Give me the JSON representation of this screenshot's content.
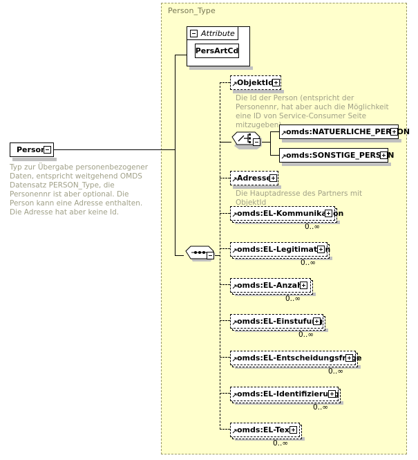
{
  "diagram": {
    "kind": "xml-schema-element-diagram",
    "colors": {
      "panel_fill": "#ffffcc",
      "panel_border": "#999966",
      "panel_title_text": "#777755",
      "node_fill": "#ffffff",
      "node_border": "#000000",
      "shadow": "#c0c0c0",
      "documentation_text": "#a0a088",
      "label_text": "#000000"
    },
    "root": {
      "name": "Person",
      "toggle": "minus",
      "toggle_icon": "collapse-icon",
      "documentation": "Typ zur Übergabe personenbezogener Daten, entspricht weitgehend OMDS Datensatz PERSON_Type, die Personennr ist aber optional. Die Person kann eine Adresse enthalten. Die Adresse hat aber keine Id."
    },
    "type_panel": {
      "title": "Person_Type"
    },
    "attribute_group": {
      "header_label": "Attribute",
      "toggle": "minus",
      "toggle_icon": "collapse-icon",
      "attributes": [
        {
          "name": "PersArtCd"
        }
      ]
    },
    "sequence": {
      "symbol": "sequence-compositor",
      "toggle": "minus",
      "toggle_icon": "collapse-icon"
    },
    "choice": {
      "symbol": "choice-compositor",
      "toggle": "minus",
      "toggle_icon": "collapse-icon",
      "options": [
        {
          "name": "omds:NATUERLICHE_PERSON",
          "border": "solid",
          "toggle": "plus",
          "toggle_icon": "expand-icon",
          "is_reference": true
        },
        {
          "name": "omds:SONSTIGE_PERSON",
          "border": "solid",
          "toggle": "plus",
          "toggle_icon": "expand-icon",
          "is_reference": true
        }
      ]
    },
    "elements": [
      {
        "name": "ObjektId",
        "border": "dashed",
        "optional": true,
        "repeating": false,
        "occurrence": "",
        "toggle": "plus",
        "toggle_icon": "expand-icon",
        "documentation": "Die Id der Person (entspricht der Personennr, hat aber auch die Möglichkeit eine ID von Service-Consumer Seite mitzugeben)"
      },
      {
        "name": "Adresse",
        "border": "dashed",
        "optional": true,
        "repeating": false,
        "occurrence": "",
        "toggle": "plus",
        "toggle_icon": "expand-icon",
        "documentation": "Die Hauptadresse des Partners mit ObjektId"
      },
      {
        "name": "omds:EL-Kommunikation",
        "border": "dashed",
        "optional": true,
        "repeating": true,
        "occurrence": "0..∞",
        "toggle": "plus",
        "toggle_icon": "expand-icon",
        "documentation": ""
      },
      {
        "name": "omds:EL-Legitimation",
        "border": "dashed",
        "optional": true,
        "repeating": true,
        "occurrence": "0..∞",
        "toggle": "plus",
        "toggle_icon": "expand-icon",
        "documentation": ""
      },
      {
        "name": "omds:EL-Anzahl",
        "border": "dashed",
        "optional": true,
        "repeating": true,
        "occurrence": "0..∞",
        "toggle": "plus",
        "toggle_icon": "expand-icon",
        "documentation": ""
      },
      {
        "name": "omds:EL-Einstufung",
        "border": "dashed",
        "optional": true,
        "repeating": true,
        "occurrence": "0..∞",
        "toggle": "plus",
        "toggle_icon": "expand-icon",
        "documentation": ""
      },
      {
        "name": "omds:EL-Entscheidungsfrage",
        "border": "dashed",
        "optional": true,
        "repeating": true,
        "occurrence": "0..∞",
        "toggle": "plus",
        "toggle_icon": "expand-icon",
        "documentation": ""
      },
      {
        "name": "omds:EL-Identifizierung",
        "border": "dashed",
        "optional": true,
        "repeating": true,
        "occurrence": "0..∞",
        "toggle": "plus",
        "toggle_icon": "expand-icon",
        "documentation": ""
      },
      {
        "name": "omds:EL-Text",
        "border": "dashed",
        "optional": true,
        "repeating": true,
        "occurrence": "0..∞",
        "toggle": "plus",
        "toggle_icon": "expand-icon",
        "documentation": ""
      }
    ]
  }
}
